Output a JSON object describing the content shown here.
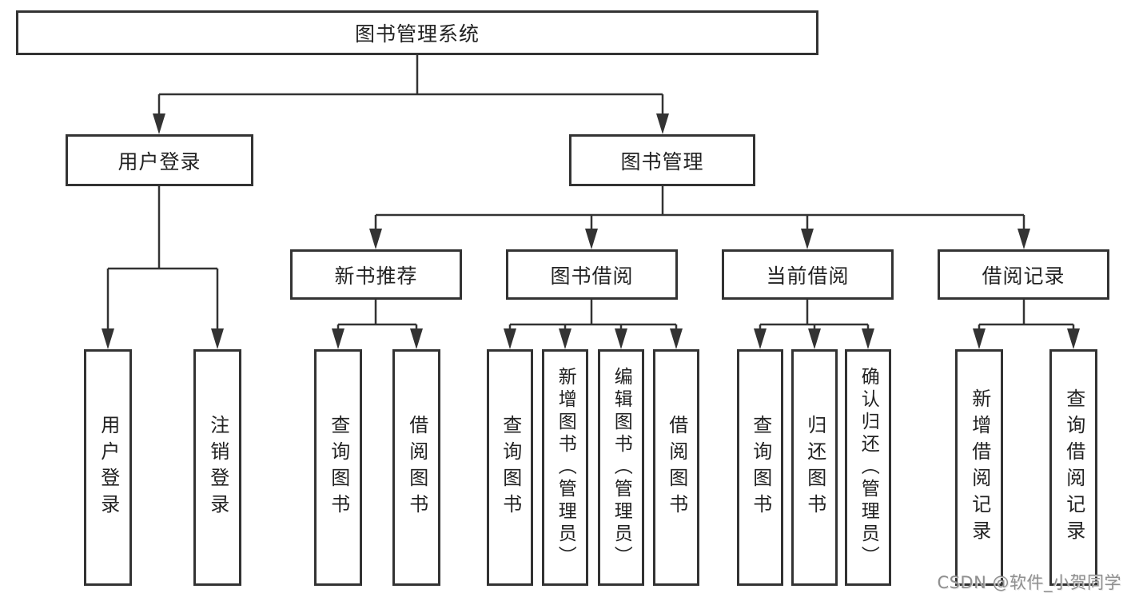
{
  "diagram_type": "functional-structure-tree",
  "colors": {
    "background": "#ffffff",
    "box_border": "#333333",
    "connector_line": "#333333",
    "text": "#222222",
    "watermark_text": "#8f8f8f"
  },
  "tree": {
    "label": "图书管理系统",
    "children": [
      {
        "label": "用户登录",
        "children": [
          {
            "label": "用户登录"
          },
          {
            "label": "注销登录"
          }
        ]
      },
      {
        "label": "图书管理",
        "children": [
          {
            "label": "新书推荐",
            "children": [
              {
                "label": "查询图书"
              },
              {
                "label": "借阅图书"
              }
            ]
          },
          {
            "label": "图书借阅",
            "children": [
              {
                "label": "查询图书"
              },
              {
                "label": "新增图书（管理员）"
              },
              {
                "label": "编辑图书（管理员）"
              },
              {
                "label": "借阅图书"
              }
            ]
          },
          {
            "label": "当前借阅",
            "children": [
              {
                "label": "查询图书"
              },
              {
                "label": "归还图书"
              },
              {
                "label": "确认归还（管理员）"
              }
            ]
          },
          {
            "label": "借阅记录",
            "children": [
              {
                "label": "新增借阅记录"
              },
              {
                "label": "查询借阅记录"
              }
            ]
          }
        ]
      }
    ]
  },
  "watermark": {
    "text": "CSDN @软件_小贺同学"
  }
}
